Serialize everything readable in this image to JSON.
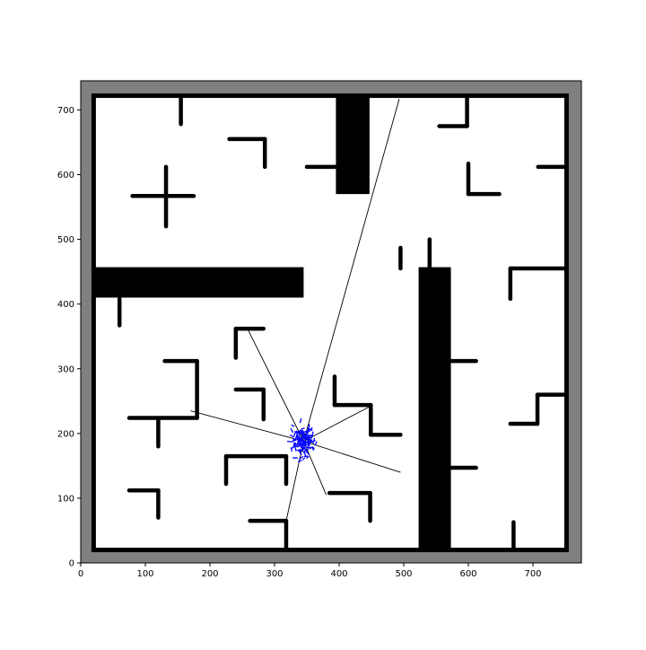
{
  "chart_data": {
    "type": "scatter",
    "title": "",
    "xlabel": "",
    "ylabel": "",
    "xlim": [
      0,
      775
    ],
    "ylim": [
      0,
      745
    ],
    "x_ticks": [
      0,
      100,
      200,
      300,
      400,
      500,
      600,
      700
    ],
    "y_ticks": [
      0,
      100,
      200,
      300,
      400,
      500,
      600,
      700
    ],
    "grid": false,
    "colors": {
      "background_area": "#808080",
      "free_space": "#ffffff",
      "walls": "#000000",
      "particles": "#0000ff",
      "rays": "#000000"
    },
    "map": {
      "outer_boundary": [
        [
          20,
          20
        ],
        [
          752,
          20
        ],
        [
          752,
          722
        ],
        [
          20,
          722
        ]
      ],
      "wall_segments": [
        [
          [
            155,
            722
          ],
          [
            155,
            678
          ]
        ],
        [
          [
            230,
            655
          ],
          [
            285,
            655
          ]
        ],
        [
          [
            285,
            655
          ],
          [
            285,
            612
          ]
        ],
        [
          [
            350,
            612
          ],
          [
            400,
            612
          ]
        ],
        [
          [
            80,
            567
          ],
          [
            175,
            567
          ]
        ],
        [
          [
            132,
            612
          ],
          [
            132,
            520
          ]
        ],
        [
          [
            555,
            675
          ],
          [
            598,
            675
          ]
        ],
        [
          [
            598,
            675
          ],
          [
            598,
            720
          ]
        ],
        [
          [
            600,
            617
          ],
          [
            600,
            570
          ]
        ],
        [
          [
            600,
            570
          ],
          [
            648,
            570
          ]
        ],
        [
          [
            708,
            612
          ],
          [
            752,
            612
          ]
        ],
        [
          [
            495,
            487
          ],
          [
            495,
            455
          ]
        ],
        [
          [
            540,
            500
          ],
          [
            540,
            455
          ]
        ],
        [
          [
            665,
            455
          ],
          [
            752,
            455
          ]
        ],
        [
          [
            665,
            455
          ],
          [
            665,
            408
          ]
        ],
        [
          [
            60,
            408
          ],
          [
            60,
            367
          ]
        ],
        [
          [
            240,
            362
          ],
          [
            283,
            362
          ]
        ],
        [
          [
            240,
            362
          ],
          [
            240,
            317
          ]
        ],
        [
          [
            130,
            312
          ],
          [
            180,
            312
          ]
        ],
        [
          [
            180,
            312
          ],
          [
            180,
            224
          ]
        ],
        [
          [
            75,
            224
          ],
          [
            180,
            224
          ]
        ],
        [
          [
            120,
            224
          ],
          [
            120,
            180
          ]
        ],
        [
          [
            240,
            268
          ],
          [
            283,
            268
          ]
        ],
        [
          [
            283,
            268
          ],
          [
            283,
            222
          ]
        ],
        [
          [
            393,
            288
          ],
          [
            393,
            244
          ]
        ],
        [
          [
            393,
            244
          ],
          [
            449,
            244
          ]
        ],
        [
          [
            449,
            244
          ],
          [
            449,
            198
          ]
        ],
        [
          [
            449,
            198
          ],
          [
            495,
            198
          ]
        ],
        [
          [
            540,
            312
          ],
          [
            612,
            312
          ]
        ],
        [
          [
            540,
            147
          ],
          [
            612,
            147
          ]
        ],
        [
          [
            665,
            215
          ],
          [
            707,
            215
          ]
        ],
        [
          [
            707,
            215
          ],
          [
            707,
            260
          ]
        ],
        [
          [
            707,
            260
          ],
          [
            752,
            260
          ]
        ],
        [
          [
            225,
            165
          ],
          [
            318,
            165
          ]
        ],
        [
          [
            225,
            165
          ],
          [
            225,
            122
          ]
        ],
        [
          [
            318,
            165
          ],
          [
            318,
            122
          ]
        ],
        [
          [
            75,
            112
          ],
          [
            120,
            112
          ]
        ],
        [
          [
            120,
            112
          ],
          [
            120,
            70
          ]
        ],
        [
          [
            262,
            65
          ],
          [
            318,
            65
          ]
        ],
        [
          [
            318,
            65
          ],
          [
            318,
            20
          ]
        ],
        [
          [
            385,
            108
          ],
          [
            448,
            108
          ]
        ],
        [
          [
            448,
            108
          ],
          [
            448,
            65
          ]
        ],
        [
          [
            670,
            63
          ],
          [
            670,
            20
          ]
        ]
      ],
      "filled_blocks": [
        {
          "x": [
            395,
            447
          ],
          "y": [
            570,
            722
          ]
        },
        {
          "x": [
            20,
            345
          ],
          "y": [
            410,
            457
          ]
        },
        {
          "x": [
            523,
            573
          ],
          "y": [
            20,
            457
          ]
        }
      ]
    },
    "robot_pose_estimate": {
      "x": 345,
      "y": 188
    },
    "particle_cluster": {
      "center": [
        345,
        188
      ],
      "spread": [
        18,
        25
      ],
      "count": 140
    },
    "sensor_ray_endpoints": [
      [
        493,
        717
      ],
      [
        450,
        243
      ],
      [
        495,
        140
      ],
      [
        380,
        105
      ],
      [
        318,
        65
      ],
      [
        170,
        235
      ],
      [
        258,
        362
      ]
    ]
  }
}
